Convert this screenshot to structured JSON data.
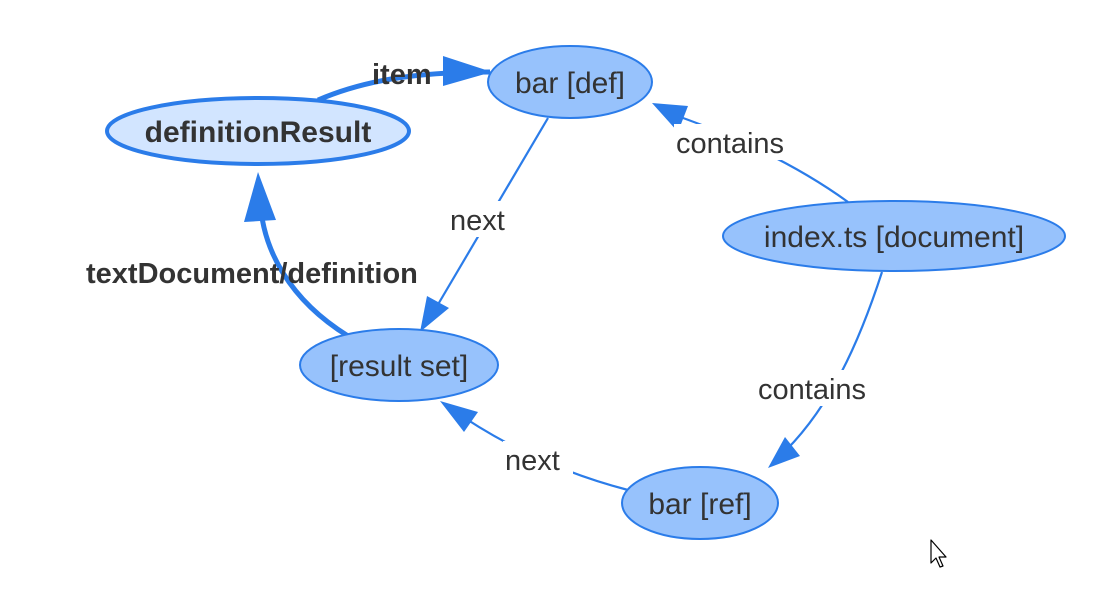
{
  "colors": {
    "node_fill": "#97c2fc",
    "node_stroke": "#2b7ce9",
    "highlight_fill": "#d2e5ff",
    "edge": "#2b7ce9",
    "text": "#333333",
    "background": "#ffffff"
  },
  "nodes": [
    {
      "id": "definitionResult",
      "label": "definitionResult",
      "selected": true
    },
    {
      "id": "bar_def",
      "label": "bar [def]"
    },
    {
      "id": "index_ts",
      "label": "index.ts [document]"
    },
    {
      "id": "result_set",
      "label": "[result set]"
    },
    {
      "id": "bar_ref",
      "label": "bar [ref]"
    }
  ],
  "edges": [
    {
      "from": "definitionResult",
      "to": "bar_def",
      "label": "item",
      "bold": true
    },
    {
      "from": "index_ts",
      "to": "bar_def",
      "label": "contains"
    },
    {
      "from": "bar_def",
      "to": "result_set",
      "label": "next"
    },
    {
      "from": "index_ts",
      "to": "bar_ref",
      "label": "contains"
    },
    {
      "from": "bar_ref",
      "to": "result_set",
      "label": "next"
    },
    {
      "from": "result_set",
      "to": "definitionResult",
      "label": "textDocument/definition",
      "bold": true
    }
  ],
  "cursor": "pointer-cursor-icon"
}
